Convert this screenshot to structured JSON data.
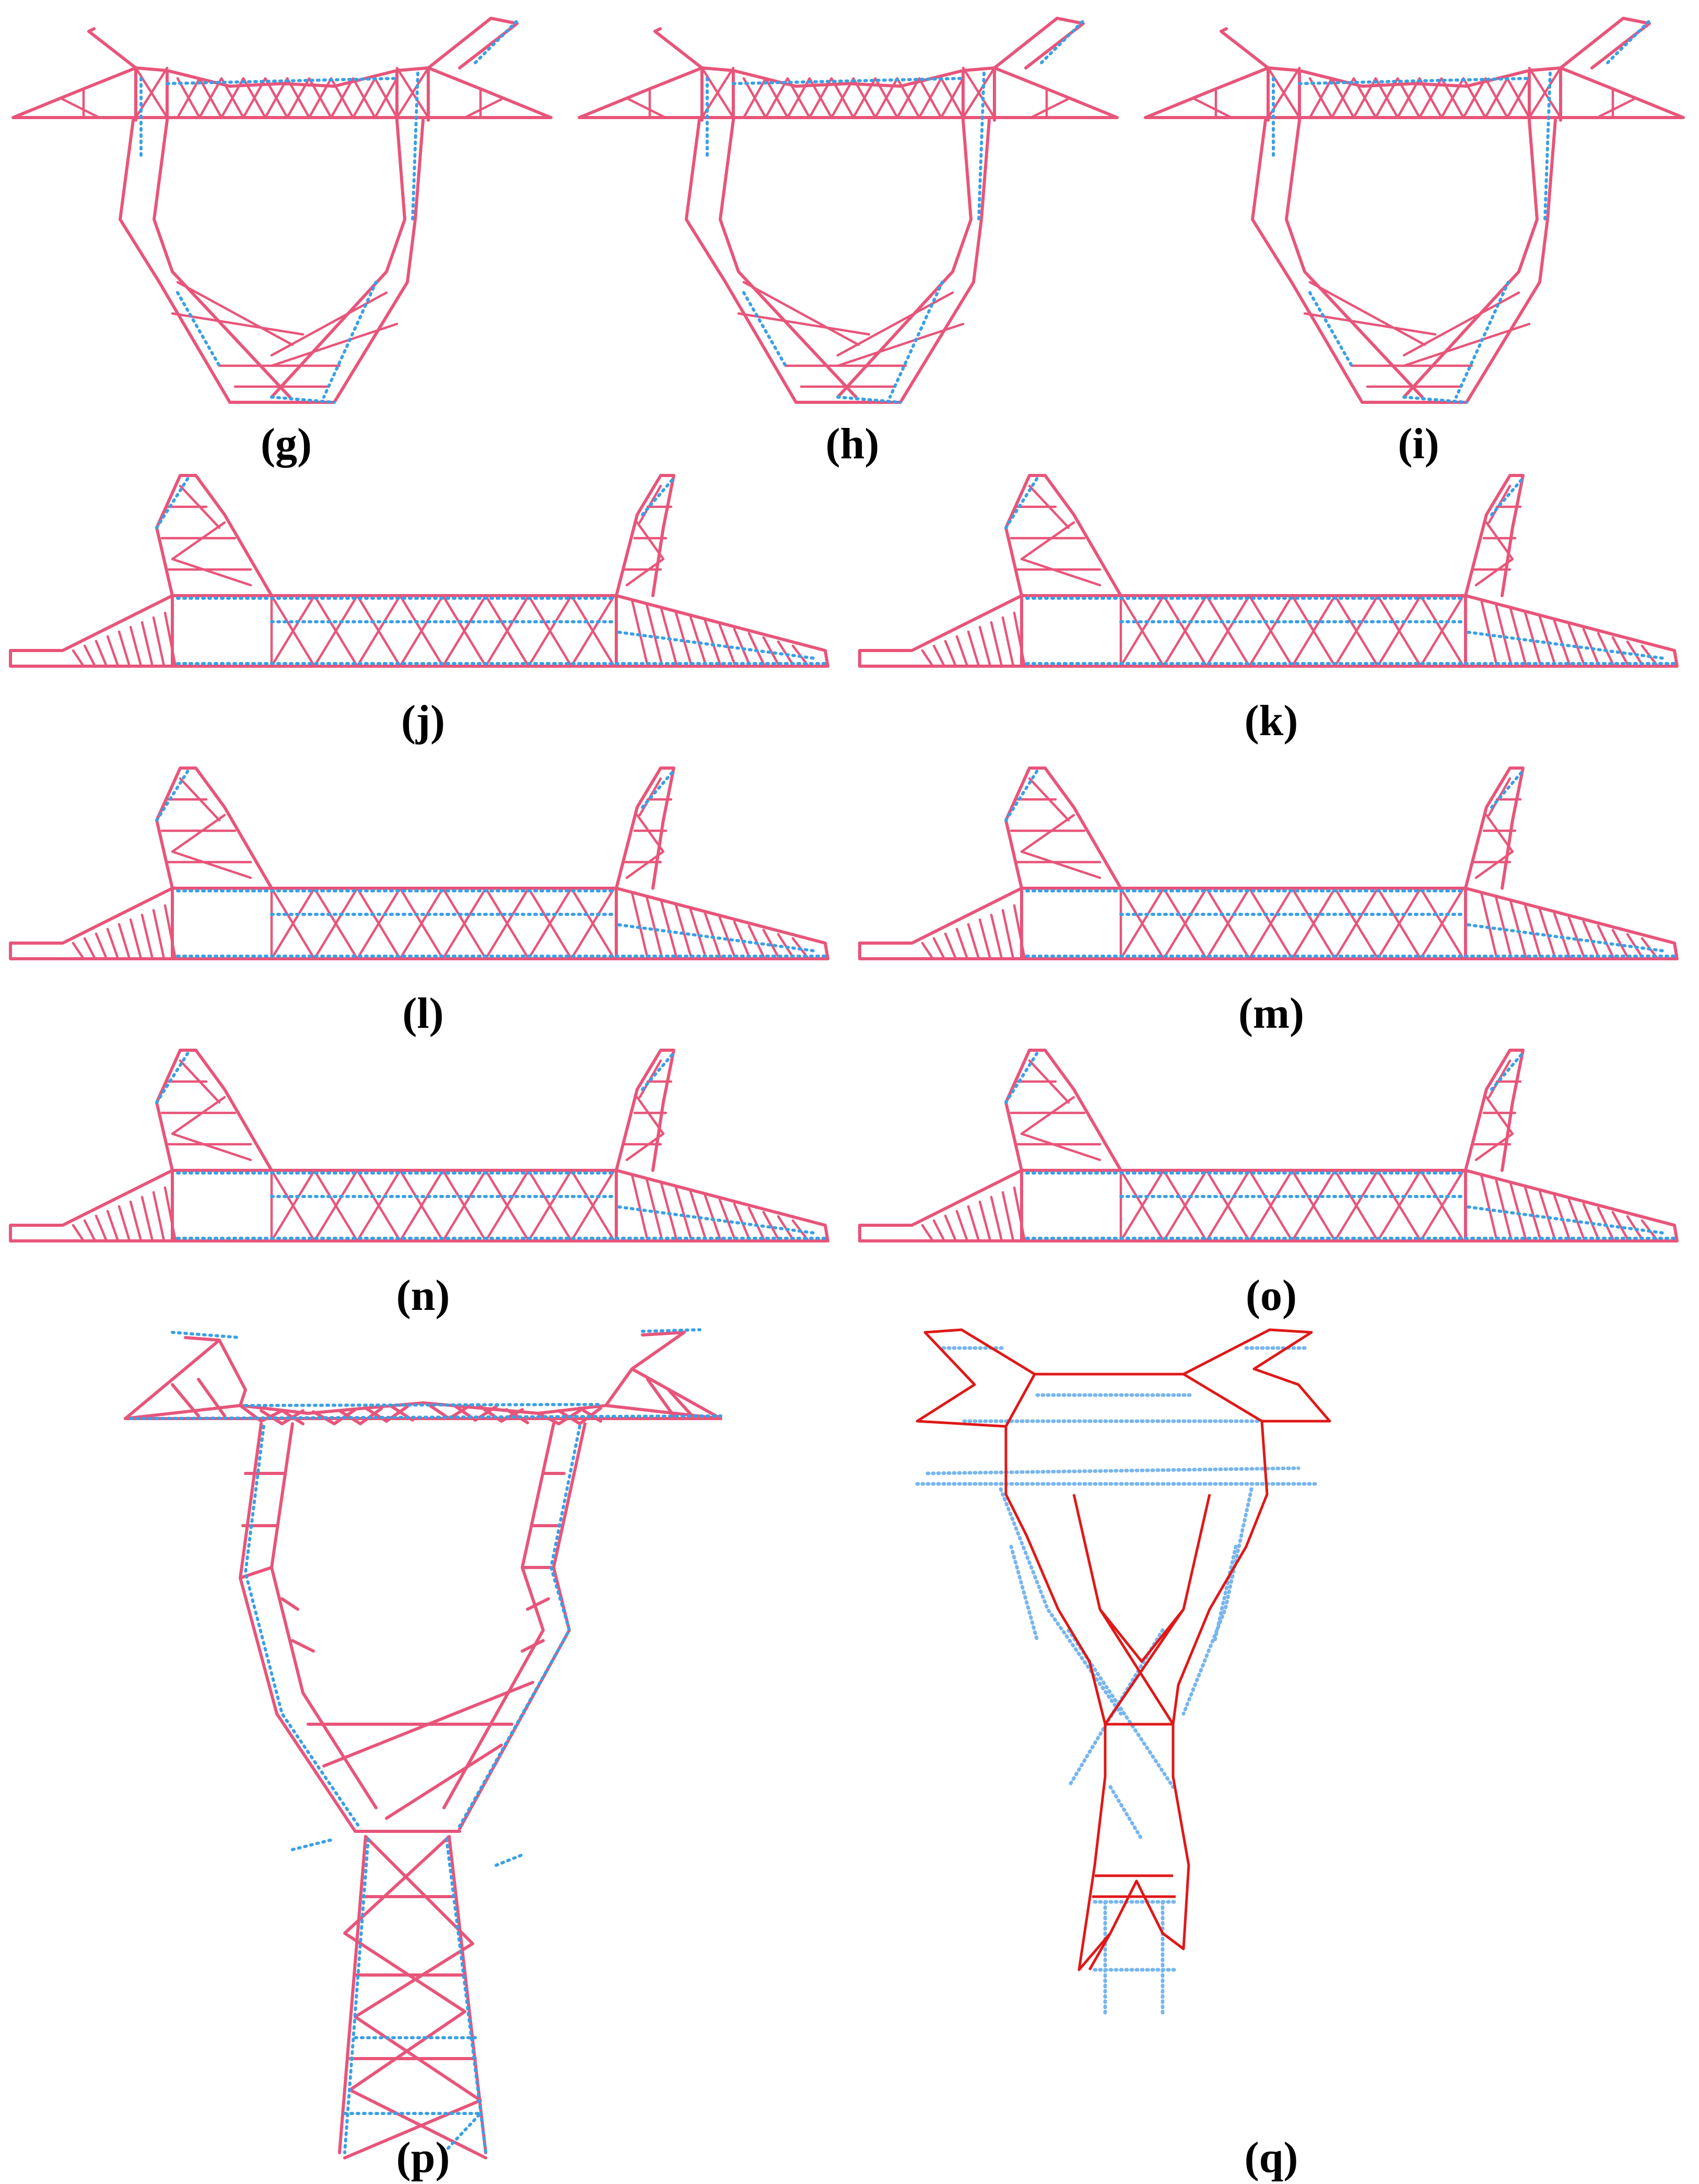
{
  "figure": {
    "colors": {
      "model_members": "#e8557a",
      "model_outline_q": "#e01818",
      "point_cloud": "#3aa0e6",
      "point_cloud_q": "#77b6ee",
      "caption_text": "#000000"
    },
    "panels": [
      {
        "id": "g",
        "caption": "(g)",
        "kind": "cathead-top"
      },
      {
        "id": "h",
        "caption": "(h)",
        "kind": "cathead-top"
      },
      {
        "id": "i",
        "caption": "(i)",
        "kind": "cathead-top"
      },
      {
        "id": "j",
        "caption": "(j)",
        "kind": "crossarm-side"
      },
      {
        "id": "k",
        "caption": "(k)",
        "kind": "crossarm-side"
      },
      {
        "id": "l",
        "caption": "(l)",
        "kind": "crossarm-side"
      },
      {
        "id": "m",
        "caption": "(m)",
        "kind": "crossarm-side"
      },
      {
        "id": "n",
        "caption": "(n)",
        "kind": "crossarm-side"
      },
      {
        "id": "o",
        "caption": "(o)",
        "kind": "crossarm-side"
      },
      {
        "id": "p",
        "caption": "(p)",
        "kind": "full-tower-wireframe"
      },
      {
        "id": "q",
        "caption": "(q)",
        "kind": "full-tower-outline"
      }
    ]
  }
}
